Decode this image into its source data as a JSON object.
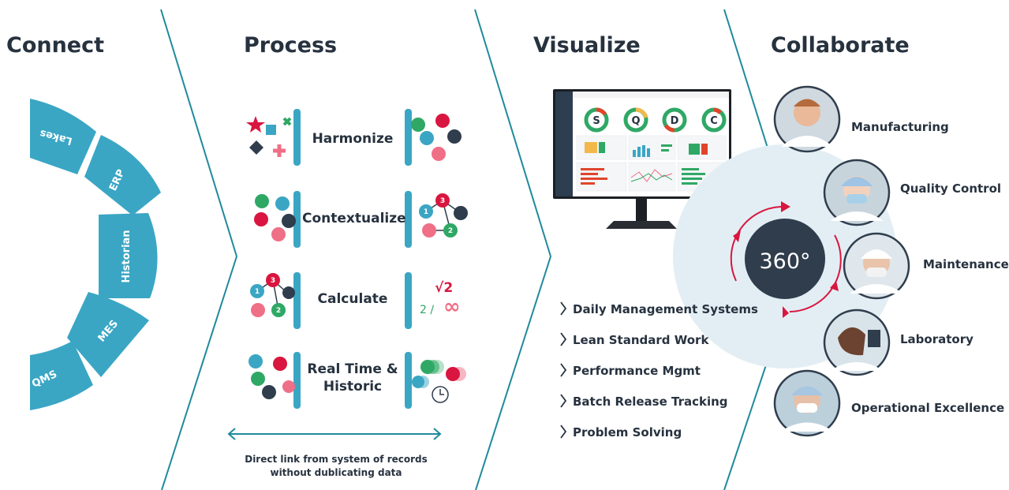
{
  "sections": {
    "connect": "Connect",
    "process": "Process",
    "visualize": "Visualize",
    "collaborate": "Collaborate"
  },
  "connect_sources": [
    "Lakes",
    "ERP",
    "Historian",
    "MES",
    "QMS"
  ],
  "process_steps": [
    "Harmonize",
    "Contextualize",
    "Calculate",
    "Real Time &",
    "Historic"
  ],
  "calc_symbols": {
    "sqrt": "√2",
    "fraction": "2 /",
    "infinity": "∞"
  },
  "node_numbers": [
    "1",
    "2",
    "3"
  ],
  "link_note": {
    "line1": "Direct link from system of records",
    "line2": "without dublicating data"
  },
  "dashboard_letters": [
    "S",
    "Q",
    "D",
    "C"
  ],
  "visualize_items": [
    "Daily Management Systems",
    "Lean Standard Work",
    "Performance Mgmt",
    "Batch Release Tracking",
    "Problem Solving"
  ],
  "hub_label": "360°",
  "roles": [
    "Manufacturing",
    "Quality Control",
    "Maintenance",
    "Laboratory",
    "Operational Excellence"
  ],
  "colors": {
    "teal": "#3aa6c4",
    "dark": "#2f3d4d",
    "red": "#d9163f",
    "pink": "#ef6f86",
    "green": "#2fa865",
    "divider": "#1f8a9a",
    "halo": "#e3eef4"
  }
}
